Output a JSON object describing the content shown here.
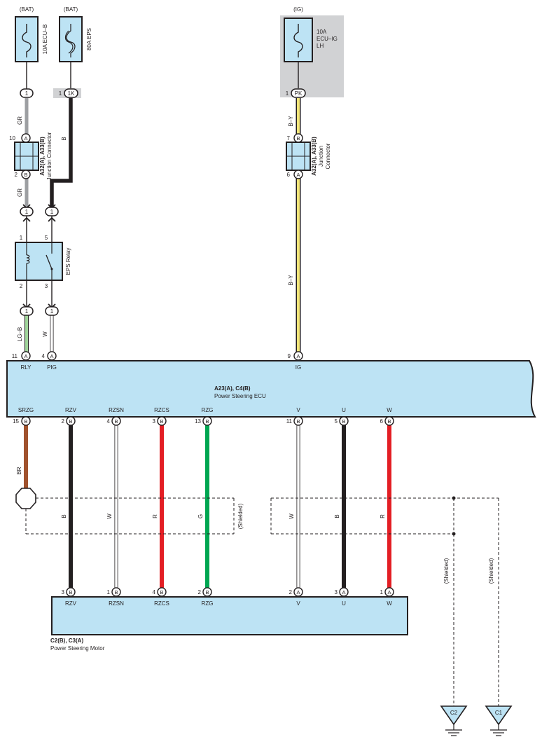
{
  "fuses": {
    "ecu_b": {
      "source": "(BAT)",
      "label": "10A ECU–B"
    },
    "eps": {
      "source": "(BAT)",
      "label": "80A EPS"
    },
    "ecu_ig": {
      "source": "(IG)",
      "line1": "10A",
      "line2": "ECU–IG",
      "line3": "LH"
    }
  },
  "pins": {
    "p1_left": "1",
    "p1_mid": "1K",
    "p1_mid_num": "1",
    "p1_right": "PK",
    "p1_right_num": "1",
    "jc_left_top_num": "10",
    "jc_left_top": "A",
    "jc_left_bot_num": "2",
    "jc_left_bot": "B",
    "jc_right_top_num": "7",
    "jc_right_top": "B",
    "jc_right_bot_num": "6",
    "jc_right_bot": "A",
    "one": "1"
  },
  "junction_left": {
    "name": "A32(A), A33(B)",
    "desc": "Junction Connector"
  },
  "junction_right": {
    "name": "A32(A), A33(B)",
    "desc1": "Junction",
    "desc2": "Connector"
  },
  "relay": {
    "label": "EPS Relay",
    "pin1": "1",
    "pin2": "2",
    "pin3": "3",
    "pin5": "5"
  },
  "wires": {
    "gr": "GR",
    "b": "B",
    "by": "B–Y",
    "lgb": "LG–B",
    "w": "W",
    "br": "BR",
    "r": "R",
    "g": "G"
  },
  "ecu": {
    "name": "A23(A), C4(B)",
    "desc": "Power Steering ECU",
    "top_pins": [
      {
        "num": "11",
        "conn": "A",
        "label": "RLY"
      },
      {
        "num": "4",
        "conn": "A",
        "label": "PIG"
      },
      {
        "num": "9",
        "conn": "A",
        "label": "IG"
      }
    ],
    "bottom_pins": [
      {
        "num": "15",
        "conn": "B",
        "label": "SRZG"
      },
      {
        "num": "2",
        "conn": "B",
        "label": "RZV"
      },
      {
        "num": "4",
        "conn": "B",
        "label": "RZSN"
      },
      {
        "num": "3",
        "conn": "B",
        "label": "RZCS"
      },
      {
        "num": "13",
        "conn": "B",
        "label": "RZG"
      },
      {
        "num": "11",
        "conn": "B",
        "label": "V"
      },
      {
        "num": "5",
        "conn": "B",
        "label": "U"
      },
      {
        "num": "6",
        "conn": "B",
        "label": "W"
      }
    ]
  },
  "motor": {
    "name": "C2(B), C3(A)",
    "desc": "Power Steering Motor",
    "pins": [
      {
        "num": "3",
        "conn": "B",
        "label": "RZV"
      },
      {
        "num": "1",
        "conn": "B",
        "label": "RZSN"
      },
      {
        "num": "4",
        "conn": "B",
        "label": "RZCS"
      },
      {
        "num": "2",
        "conn": "B",
        "label": "RZG"
      },
      {
        "num": "2",
        "conn": "A",
        "label": "V"
      },
      {
        "num": "3",
        "conn": "A",
        "label": "U"
      },
      {
        "num": "1",
        "conn": "A",
        "label": "W"
      }
    ]
  },
  "shielded": "(Shielded)",
  "grounds": {
    "c2": "C2",
    "c1": "C1"
  },
  "colors": {
    "gray": "#9d9fa2",
    "black": "#231f20",
    "yellow": "#f4e67a",
    "green_light": "#9fd49a",
    "brown": "#a0522d",
    "red": "#e31e24",
    "green": "#00a651",
    "ecu_fill": "#bde3f4",
    "ig_panel": "#d1d2d4"
  }
}
